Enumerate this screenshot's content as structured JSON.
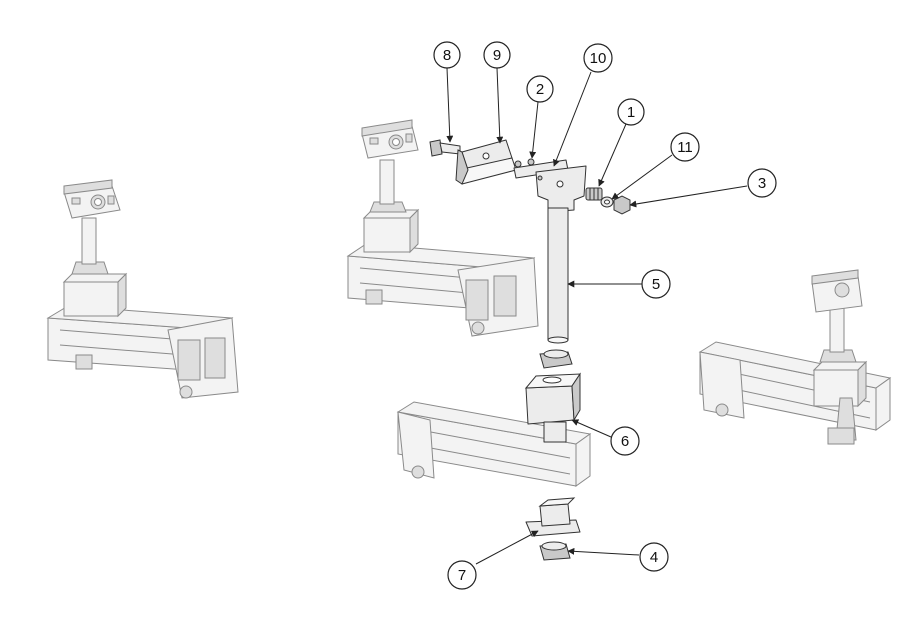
{
  "callouts": [
    {
      "id": "8",
      "label": "8"
    },
    {
      "id": "9",
      "label": "9"
    },
    {
      "id": "10",
      "label": "10"
    },
    {
      "id": "2",
      "label": "2"
    },
    {
      "id": "1",
      "label": "1"
    },
    {
      "id": "11",
      "label": "11"
    },
    {
      "id": "3",
      "label": "3"
    },
    {
      "id": "5",
      "label": "5"
    },
    {
      "id": "6",
      "label": "6"
    },
    {
      "id": "4",
      "label": "4"
    },
    {
      "id": "7",
      "label": "7"
    }
  ]
}
